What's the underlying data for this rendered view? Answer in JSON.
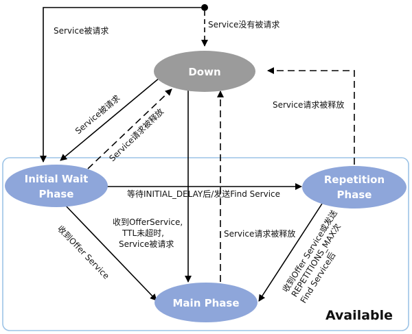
{
  "colors": {
    "down_fill": "#9b9b9b",
    "state_fill": "#8ea6da",
    "region_border": "#9cc3e6",
    "arrow": "#000000"
  },
  "region": {
    "label": "Available"
  },
  "nodes": {
    "down": "Down",
    "initial_wait_line1": "Initial Wait",
    "initial_wait_line2": "Phase",
    "repetition_line1": "Repetition",
    "repetition_line2": "Phase",
    "main": "Main Phase"
  },
  "edges": {
    "start_to_down": "Service没有被请求",
    "start_to_initial": "Service被请求",
    "down_to_initial": "Service被请求",
    "initial_to_down": "Service请求被释放",
    "repetition_to_down": "Service请求被释放",
    "initial_to_repetition": "等待INITIAL_DELAY后/发送Find Service",
    "initial_to_main": "收到Offer Service",
    "down_to_main_line1": "收到OfferService,",
    "down_to_main_line2": "TTL未超时,",
    "down_to_main_line3": "Service被请求",
    "main_to_down": "Service请求被释放",
    "repetition_to_main_line1": "收到Offer Service或发送",
    "repetition_to_main_line2": "REPETITIONS_MAX次",
    "repetition_to_main_line3": "Find Service后"
  }
}
